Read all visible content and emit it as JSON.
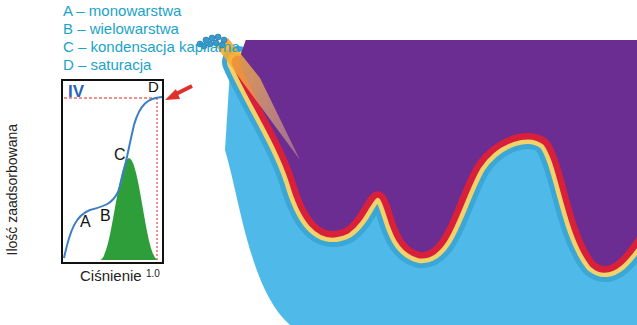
{
  "diagram": {
    "labels": [
      "A – monowarstwa",
      "B – wielowarstwa",
      "C – kondensacja kapilarna",
      "D – saturacja",
      "IV",
      "A",
      "B",
      "C",
      "D",
      "Ilość zaadsorbowana",
      "Ciśnienie",
      "1.0"
    ]
  }
}
